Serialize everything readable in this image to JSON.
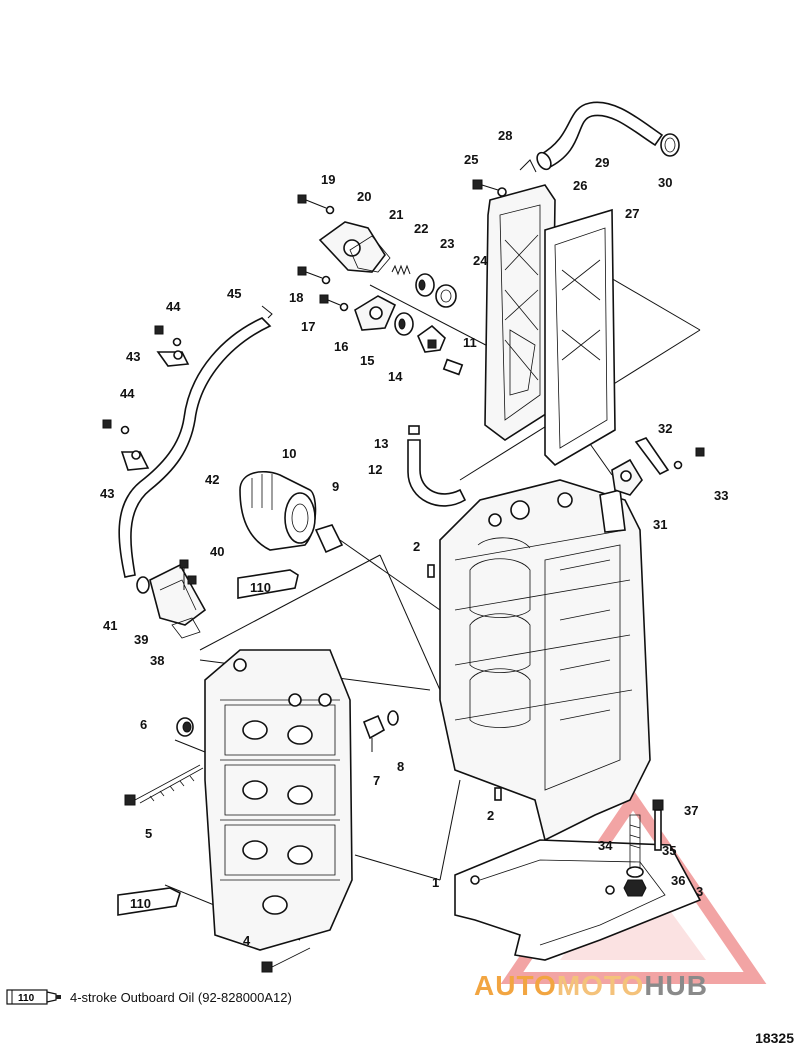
{
  "callouts": [
    {
      "n": "1"
    },
    {
      "n": "2"
    },
    {
      "n": "2"
    },
    {
      "n": "3"
    },
    {
      "n": "4"
    },
    {
      "n": "5"
    },
    {
      "n": "6"
    },
    {
      "n": "7"
    },
    {
      "n": "8"
    },
    {
      "n": "9"
    },
    {
      "n": "10"
    },
    {
      "n": "11"
    },
    {
      "n": "12"
    },
    {
      "n": "13"
    },
    {
      "n": "14"
    },
    {
      "n": "15"
    },
    {
      "n": "16"
    },
    {
      "n": "17"
    },
    {
      "n": "18"
    },
    {
      "n": "19"
    },
    {
      "n": "20"
    },
    {
      "n": "21"
    },
    {
      "n": "22"
    },
    {
      "n": "23"
    },
    {
      "n": "24"
    },
    {
      "n": "25"
    },
    {
      "n": "26"
    },
    {
      "n": "27"
    },
    {
      "n": "28"
    },
    {
      "n": "29"
    },
    {
      "n": "30"
    },
    {
      "n": "31"
    },
    {
      "n": "32"
    },
    {
      "n": "33"
    },
    {
      "n": "34"
    },
    {
      "n": "35"
    },
    {
      "n": "36"
    },
    {
      "n": "37"
    },
    {
      "n": "38"
    },
    {
      "n": "39"
    },
    {
      "n": "40"
    },
    {
      "n": "41"
    },
    {
      "n": "42"
    },
    {
      "n": "43"
    },
    {
      "n": "43"
    },
    {
      "n": "44"
    },
    {
      "n": "44"
    },
    {
      "n": "45"
    }
  ],
  "tube_label": "110",
  "legend": {
    "code": "110",
    "text": "4-stroke Outboard Oil (92-828000A12)"
  },
  "figure_number": "18325",
  "watermark": {
    "part1": "AUTO",
    "part2": "MOTO",
    "part3": "HUB",
    "color_primary": "#f2a541",
    "color_logo": "#e85a5a"
  }
}
